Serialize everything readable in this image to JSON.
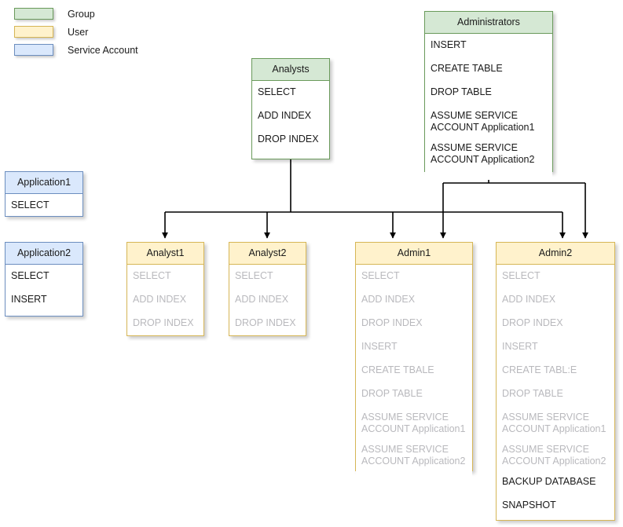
{
  "legend": {
    "items": [
      {
        "label": "Group",
        "color": "#d5e8d4",
        "border": "#6a9a5b"
      },
      {
        "label": "User",
        "color": "#fff2cc",
        "border": "#d6b656"
      },
      {
        "label": "Service Account",
        "color": "#dae8fc",
        "border": "#6c8ebf"
      }
    ]
  },
  "nodes": {
    "administrators": {
      "title": "Administrators",
      "kind": "Group",
      "permissions": [
        {
          "text": "INSERT",
          "inherited": false
        },
        {
          "text": "CREATE TABLE",
          "inherited": false
        },
        {
          "text": "DROP TABLE",
          "inherited": false
        },
        {
          "text": "ASSUME SERVICE\nACCOUNT Application1",
          "inherited": false
        },
        {
          "text": "ASSUME SERVICE\nACCOUNT Application2",
          "inherited": false
        }
      ]
    },
    "analysts": {
      "title": "Analysts",
      "kind": "Group",
      "permissions": [
        {
          "text": "SELECT",
          "inherited": false
        },
        {
          "text": "ADD INDEX",
          "inherited": false
        },
        {
          "text": "DROP INDEX",
          "inherited": false
        }
      ]
    },
    "application1": {
      "title": "Application1",
      "kind": "Service Account",
      "permissions": [
        {
          "text": "SELECT",
          "inherited": false
        }
      ]
    },
    "application2": {
      "title": "Application2",
      "kind": "Service Account",
      "permissions": [
        {
          "text": "SELECT",
          "inherited": false
        },
        {
          "text": "INSERT",
          "inherited": false
        }
      ]
    },
    "analyst1": {
      "title": "Analyst1",
      "kind": "User",
      "permissions": [
        {
          "text": "SELECT",
          "inherited": true
        },
        {
          "text": "ADD INDEX",
          "inherited": true
        },
        {
          "text": "DROP INDEX",
          "inherited": true
        }
      ]
    },
    "analyst2": {
      "title": "Analyst2",
      "kind": "User",
      "permissions": [
        {
          "text": "SELECT",
          "inherited": true
        },
        {
          "text": "ADD INDEX",
          "inherited": true
        },
        {
          "text": "DROP INDEX",
          "inherited": true
        }
      ]
    },
    "admin1": {
      "title": "Admin1",
      "kind": "User",
      "permissions": [
        {
          "text": "SELECT",
          "inherited": true
        },
        {
          "text": "ADD INDEX",
          "inherited": true
        },
        {
          "text": "DROP INDEX",
          "inherited": true
        },
        {
          "text": "INSERT",
          "inherited": true
        },
        {
          "text": "CREATE TBALE",
          "inherited": true
        },
        {
          "text": "DROP TABLE",
          "inherited": true
        },
        {
          "text": "ASSUME SERVICE\nACCOUNT Application1",
          "inherited": true
        },
        {
          "text": "ASSUME SERVICE\nACCOUNT Application2",
          "inherited": true
        }
      ]
    },
    "admin2": {
      "title": "Admin2",
      "kind": "User",
      "permissions": [
        {
          "text": "SELECT",
          "inherited": true
        },
        {
          "text": "ADD INDEX",
          "inherited": true
        },
        {
          "text": "DROP INDEX",
          "inherited": true
        },
        {
          "text": "INSERT",
          "inherited": true
        },
        {
          "text": "CREATE TABL:E",
          "inherited": true
        },
        {
          "text": "DROP TABLE",
          "inherited": true
        },
        {
          "text": "ASSUME SERVICE\nACCOUNT Application1",
          "inherited": true
        },
        {
          "text": "ASSUME SERVICE\nACCOUNT Application2",
          "inherited": true
        },
        {
          "text": "BACKUP DATABASE",
          "inherited": false
        },
        {
          "text": "SNAPSHOT",
          "inherited": false
        }
      ]
    }
  },
  "edges": [
    {
      "from": "analysts",
      "to": "analyst1"
    },
    {
      "from": "analysts",
      "to": "analyst2"
    },
    {
      "from": "analysts",
      "to": "admin1"
    },
    {
      "from": "analysts",
      "to": "admin2"
    },
    {
      "from": "administrators",
      "to": "admin1"
    },
    {
      "from": "administrators",
      "to": "admin2"
    }
  ],
  "colors": {
    "group": "#d5e8d4",
    "user": "#fff2cc",
    "service": "#dae8fc",
    "connector": "#000000",
    "inherited_text": "#b9b9bd",
    "text": "#1a1a1a"
  }
}
